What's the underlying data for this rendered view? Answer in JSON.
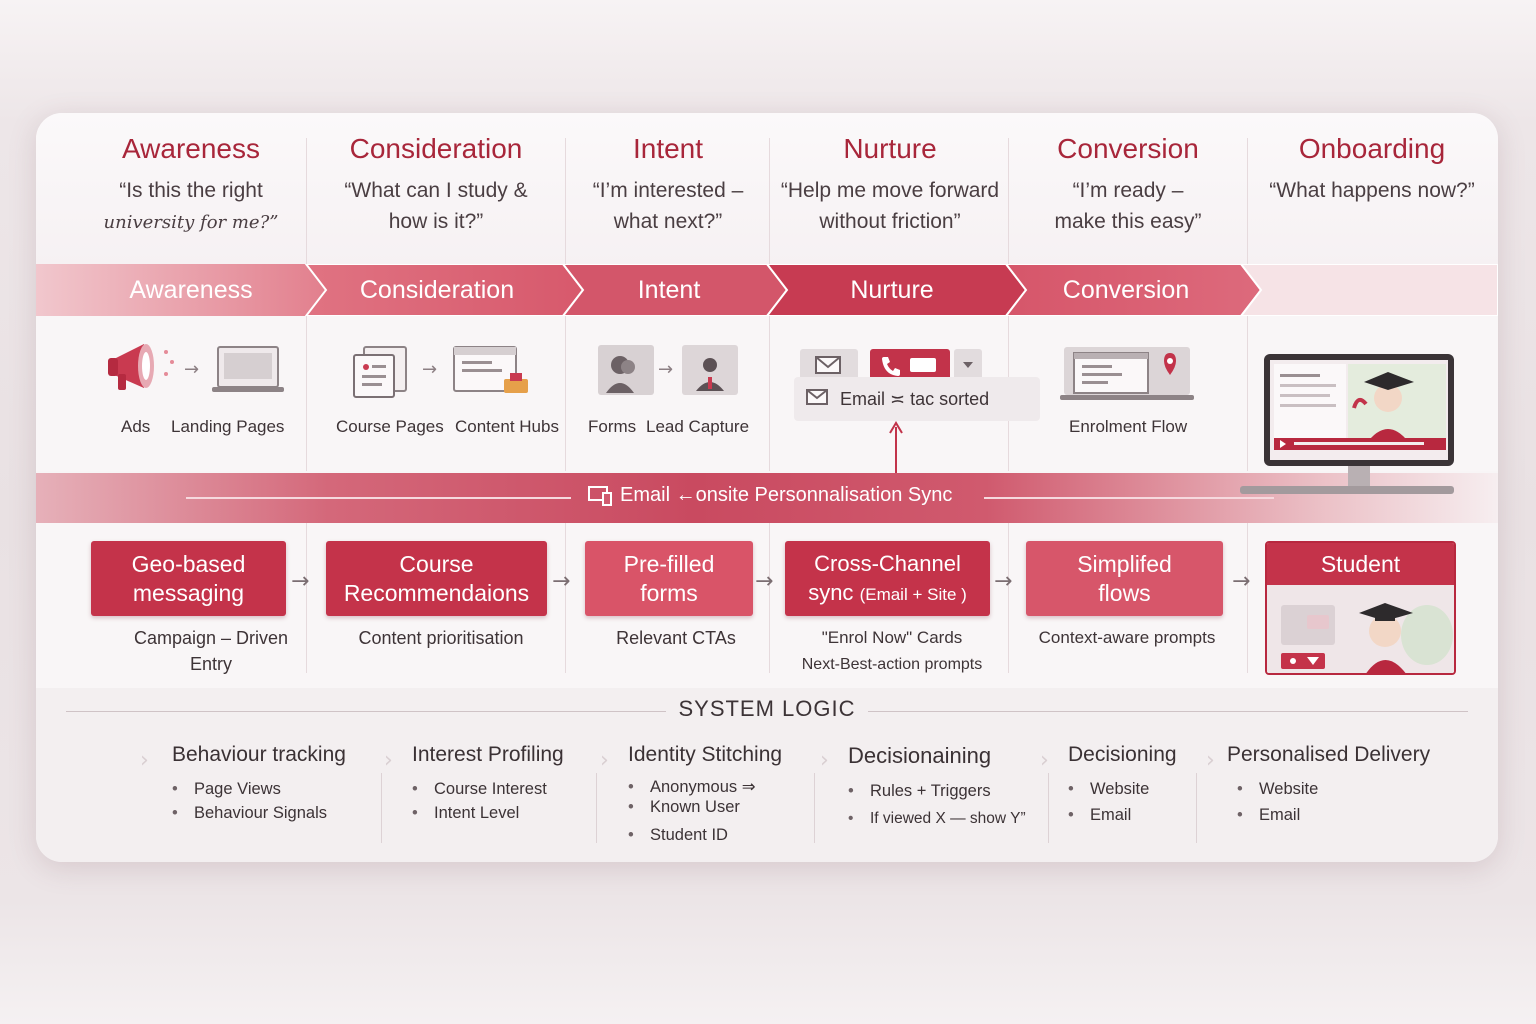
{
  "stages": [
    {
      "title": "Awareness",
      "quote_line1": "“Is this the right",
      "quote_line2": "university for me?”"
    },
    {
      "title": "Consideration",
      "quote_line1": "“What can I study &",
      "quote_line2": "how is it?”"
    },
    {
      "title": "Intent",
      "quote_line1": "“I’m interested –",
      "quote_line2": "what next?”"
    },
    {
      "title": "Nurture",
      "quote_line1": "“Help me move forward",
      "quote_line2": "without friction”"
    },
    {
      "title": "Conversion",
      "quote_line1": "“I’m ready –",
      "quote_line2": "make this easy”"
    },
    {
      "title": "Onboarding",
      "quote_line1": "“What happens now?”",
      "quote_line2": ""
    }
  ],
  "chevrons": [
    "Awareness",
    "Consideration",
    "Intent",
    "Nurture",
    "Conversion"
  ],
  "tools": {
    "ads": "Ads",
    "landing_pages": "Landing Pages",
    "course_pages": "Course Pages",
    "content_hubs": "Content Hubs",
    "forms": "Forms",
    "lead_capture": "Lead Capture",
    "email_tactic": "Email ≍ tac sorted",
    "enrolment_flow": "Enrolment Flow"
  },
  "sync": {
    "label": "Email ←onsite Personnalisation Sync"
  },
  "tactics": [
    {
      "line1": "Geo-based",
      "line2": "messaging",
      "desc1": "Campaign – Driven",
      "desc2": "Entry"
    },
    {
      "line1": "Course",
      "line2": "Recommendaions",
      "desc1": "Content prioritisation",
      "desc2": ""
    },
    {
      "line1": "Pre-filled",
      "line2": "forms",
      "desc1": "Relevant CTAs",
      "desc2": ""
    },
    {
      "line1": "Cross-Channel",
      "line2": "sync",
      "line2_small": "(Email + Site )",
      "desc1": "\"Enrol Now\" Cards",
      "desc2": "Next-Best-action prompts"
    },
    {
      "line1": "Simplifed",
      "line2": "flows",
      "desc1": "Context-aware prompts",
      "desc2": ""
    },
    {
      "line1": "Student",
      "line2": "",
      "desc1": "",
      "desc2": ""
    }
  ],
  "system_logic": {
    "title": "SYSTEM LOGIC",
    "columns": [
      {
        "head": "Behaviour tracking",
        "items": [
          "Page Views",
          "Behaviour Signals"
        ]
      },
      {
        "head": "Interest Profiling",
        "items": [
          "Course Interest",
          "Intent Level"
        ]
      },
      {
        "head": "Identity Stitching",
        "items": [
          "Anonymous ⇒",
          "Known User",
          "Student ID"
        ]
      },
      {
        "head": "Decisionaining",
        "items": [
          "Rules + Triggers",
          "If viewed X — show Y”"
        ]
      },
      {
        "head": "Decisioning",
        "items": [
          "Website",
          "Email"
        ]
      },
      {
        "head": "Personalised Delivery",
        "items": [
          "Website",
          "Email"
        ]
      }
    ]
  },
  "colors": {
    "brand_red": "#b8283f",
    "tactic_red": "#c5334b",
    "tactic_light": "#d95468"
  }
}
